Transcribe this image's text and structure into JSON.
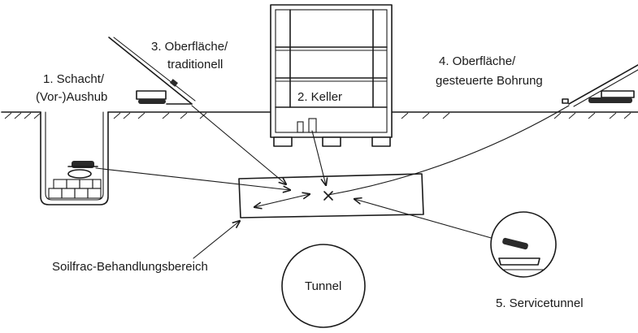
{
  "labels": {
    "shaft": [
      "1. Schacht/",
      "(Vor-)Aushub"
    ],
    "basement": "2. Keller",
    "surface_traditional": [
      "3. Oberfläche/",
      "traditionell"
    ],
    "surface_directional": [
      "4. Oberfläche/",
      "gesteuerte Bohrung"
    ],
    "service_tunnel": "5. Servicetunnel",
    "treatment_area": "Soilfrac-Behandlungsbereich",
    "tunnel": "Tunnel"
  },
  "colors": {
    "ink": "#1a1a1a",
    "background": "#ffffff"
  }
}
